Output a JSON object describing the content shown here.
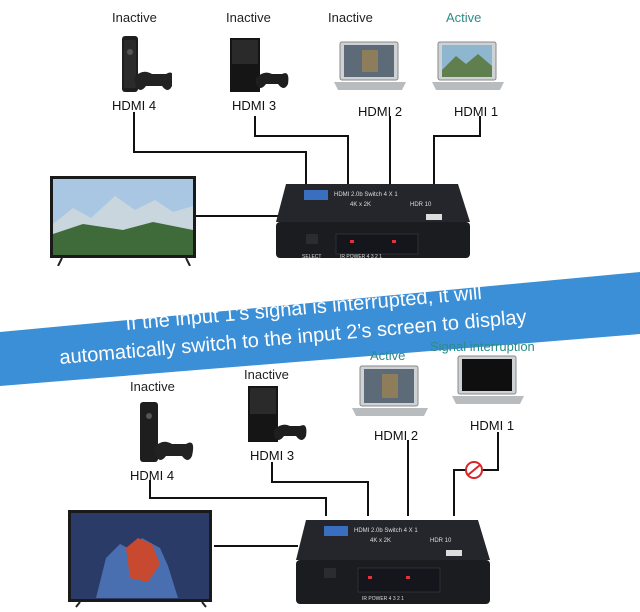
{
  "top": {
    "devices": [
      {
        "state": "Inactive",
        "port": "HDMI 4"
      },
      {
        "state": "Inactive",
        "port": "HDMI 3"
      },
      {
        "state": "Inactive",
        "port": "HDMI 2"
      },
      {
        "state": "Active",
        "port": "HDMI 1"
      }
    ]
  },
  "banner": {
    "line1": "If the input 1’s signal is interrupted, it will",
    "line2": "automatically switch to the input 2’s screen to display"
  },
  "bottom": {
    "devices": [
      {
        "state": "Inactive",
        "port": "HDMI 4"
      },
      {
        "state": "Inactive",
        "port": "HDMI 3"
      },
      {
        "state": "Active",
        "port": "HDMI 2"
      },
      {
        "state": "Signal interruption",
        "port": "HDMI 1"
      }
    ]
  },
  "switch_box": {
    "model": "HDMI 2.0b Switch 4 X 1",
    "res": "4K x 2K",
    "hdr": "HDR 10",
    "select_label": "SELECT",
    "panel_labels": "IR POWER  4   3   2   1"
  },
  "colors": {
    "banner": "#3b8fd6",
    "active": "#2c8c88",
    "cable": "#111111",
    "box": "#1b1c20"
  }
}
